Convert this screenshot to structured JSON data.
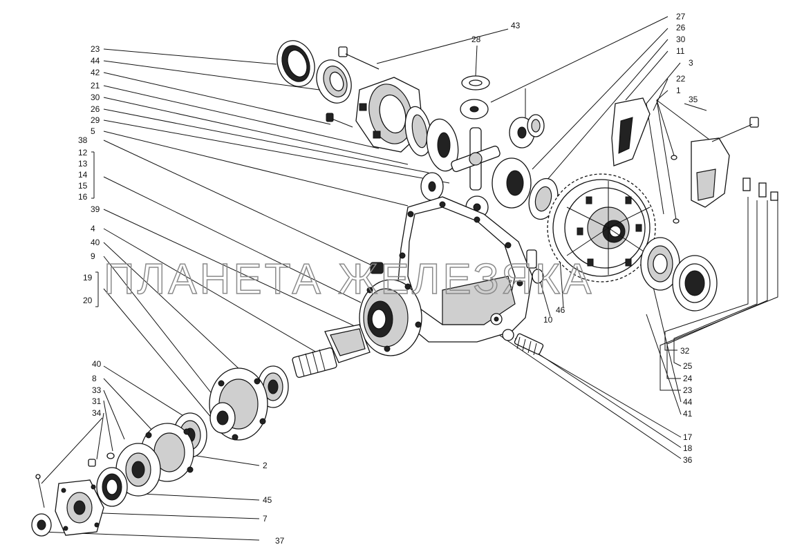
{
  "watermark": "ПЛАНЕТА ЖЕЛЕЗЯКА",
  "labels": {
    "l_23a": "23",
    "l_44a": "44",
    "l_42": "42",
    "l_21": "21",
    "l_30a": "30",
    "l_26a": "26",
    "l_29": "29",
    "l_5": "5",
    "l_38": "38",
    "l_12": "12",
    "l_13": "13",
    "l_14": "14",
    "l_15": "15",
    "l_16": "16",
    "l_39": "39",
    "l_4": "4",
    "l_40a": "40",
    "l_9": "9",
    "l_19": "19",
    "l_20": "20",
    "l_40b": "40",
    "l_8": "8",
    "l_33": "33",
    "l_31": "31",
    "l_34": "34",
    "l_43": "43",
    "l_28": "28",
    "l_27": "27",
    "l_26b": "26",
    "l_30b": "30",
    "l_11": "11",
    "l_3": "3",
    "l_22": "22",
    "l_1": "1",
    "l_35": "35",
    "l_10": "10",
    "l_46": "46",
    "l_32": "32",
    "l_25": "25",
    "l_24": "24",
    "l_23b": "23",
    "l_44b": "44",
    "l_41": "41",
    "l_17": "17",
    "l_18": "18",
    "l_36": "36",
    "l_2": "2",
    "l_45": "45",
    "l_7": "7",
    "l_37": "37"
  }
}
